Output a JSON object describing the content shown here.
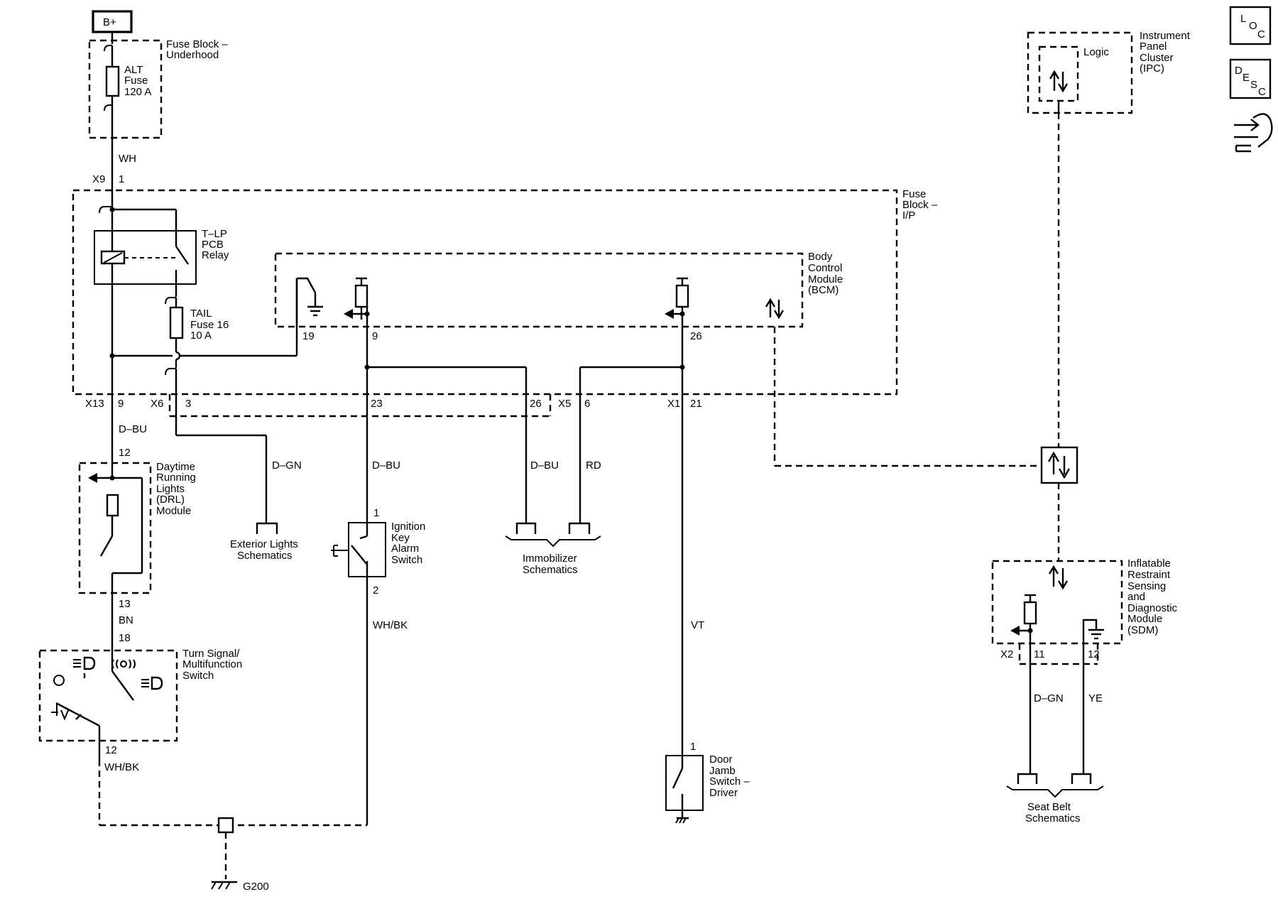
{
  "icons": {
    "loc_letters": [
      "L",
      "O",
      "C"
    ],
    "desc_letters": [
      "D",
      "E",
      "S",
      "C"
    ],
    "tool": "wrench-hand-icon"
  },
  "supply": {
    "label": "B+"
  },
  "fuse_block_underhood": {
    "name": [
      "Fuse Block –",
      "Underhood"
    ],
    "fuse": [
      "ALT",
      "Fuse",
      "120 A"
    ]
  },
  "fuse_block_ip": {
    "name": [
      "Fuse",
      "Block –",
      "I/P"
    ],
    "relay": [
      "T–LP",
      "PCB",
      "Relay"
    ],
    "fuse": [
      "TAIL",
      "Fuse 16",
      "10 A"
    ]
  },
  "bcm": {
    "name": [
      "Body",
      "Control",
      "Module",
      "(BCM)"
    ],
    "pins": [
      "19",
      "9",
      "26"
    ]
  },
  "ipc": {
    "name": [
      "Instrument",
      "Panel",
      "Cluster",
      "(IPC)"
    ],
    "logic": "Logic"
  },
  "drl": {
    "name": [
      "Daytime",
      "Running",
      "Lights",
      "(DRL)",
      "Module"
    ],
    "pin_in": "12",
    "pin_out": "13"
  },
  "turn_switch": {
    "name": [
      "Turn Signal/",
      "Multifunction",
      "Switch"
    ],
    "pin_in": "18",
    "pin_out": "12"
  },
  "ignition_switch": {
    "name": [
      "Ignition",
      "Key",
      "Alarm",
      "Switch"
    ],
    "pin_in": "1",
    "pin_out": "2"
  },
  "door_switch": {
    "name": [
      "Door",
      "Jamb",
      "Switch –",
      "Driver"
    ],
    "pin": "1"
  },
  "sdm": {
    "name": [
      "Inflatable",
      "Restraint",
      "Sensing",
      "and",
      "Diagnostic",
      "Module",
      "(SDM)"
    ],
    "connector": "X2",
    "pins": [
      "11",
      "12"
    ]
  },
  "connectors": {
    "x9": "X9",
    "x9_pin": "1",
    "x13": "X13",
    "x13_pin": "9",
    "x6": "X6",
    "x6_pin": "3",
    "pin_23": "23",
    "pin_26": "26",
    "x5": "X5",
    "x5_pin": "6",
    "x1": "X1",
    "x1_pin": "21"
  },
  "wires": {
    "wh": "WH",
    "d_bu_1": "D–BU",
    "d_gn_1": "D–GN",
    "d_bu_2": "D–BU",
    "d_bu_3": "D–BU",
    "rd": "RD",
    "bn": "BN",
    "wh_bk_1": "WH/BK",
    "wh_bk_2": "WH/BK",
    "vt": "VT",
    "d_gn_2": "D–GN",
    "ye": "YE"
  },
  "refs": {
    "exterior": [
      "Exterior Lights",
      "Schematics"
    ],
    "immobilizer": [
      "Immobilizer",
      "Schematics"
    ],
    "seat_belt": [
      "Seat Belt",
      "Schematics"
    ]
  },
  "ground": {
    "g200": "G200"
  }
}
